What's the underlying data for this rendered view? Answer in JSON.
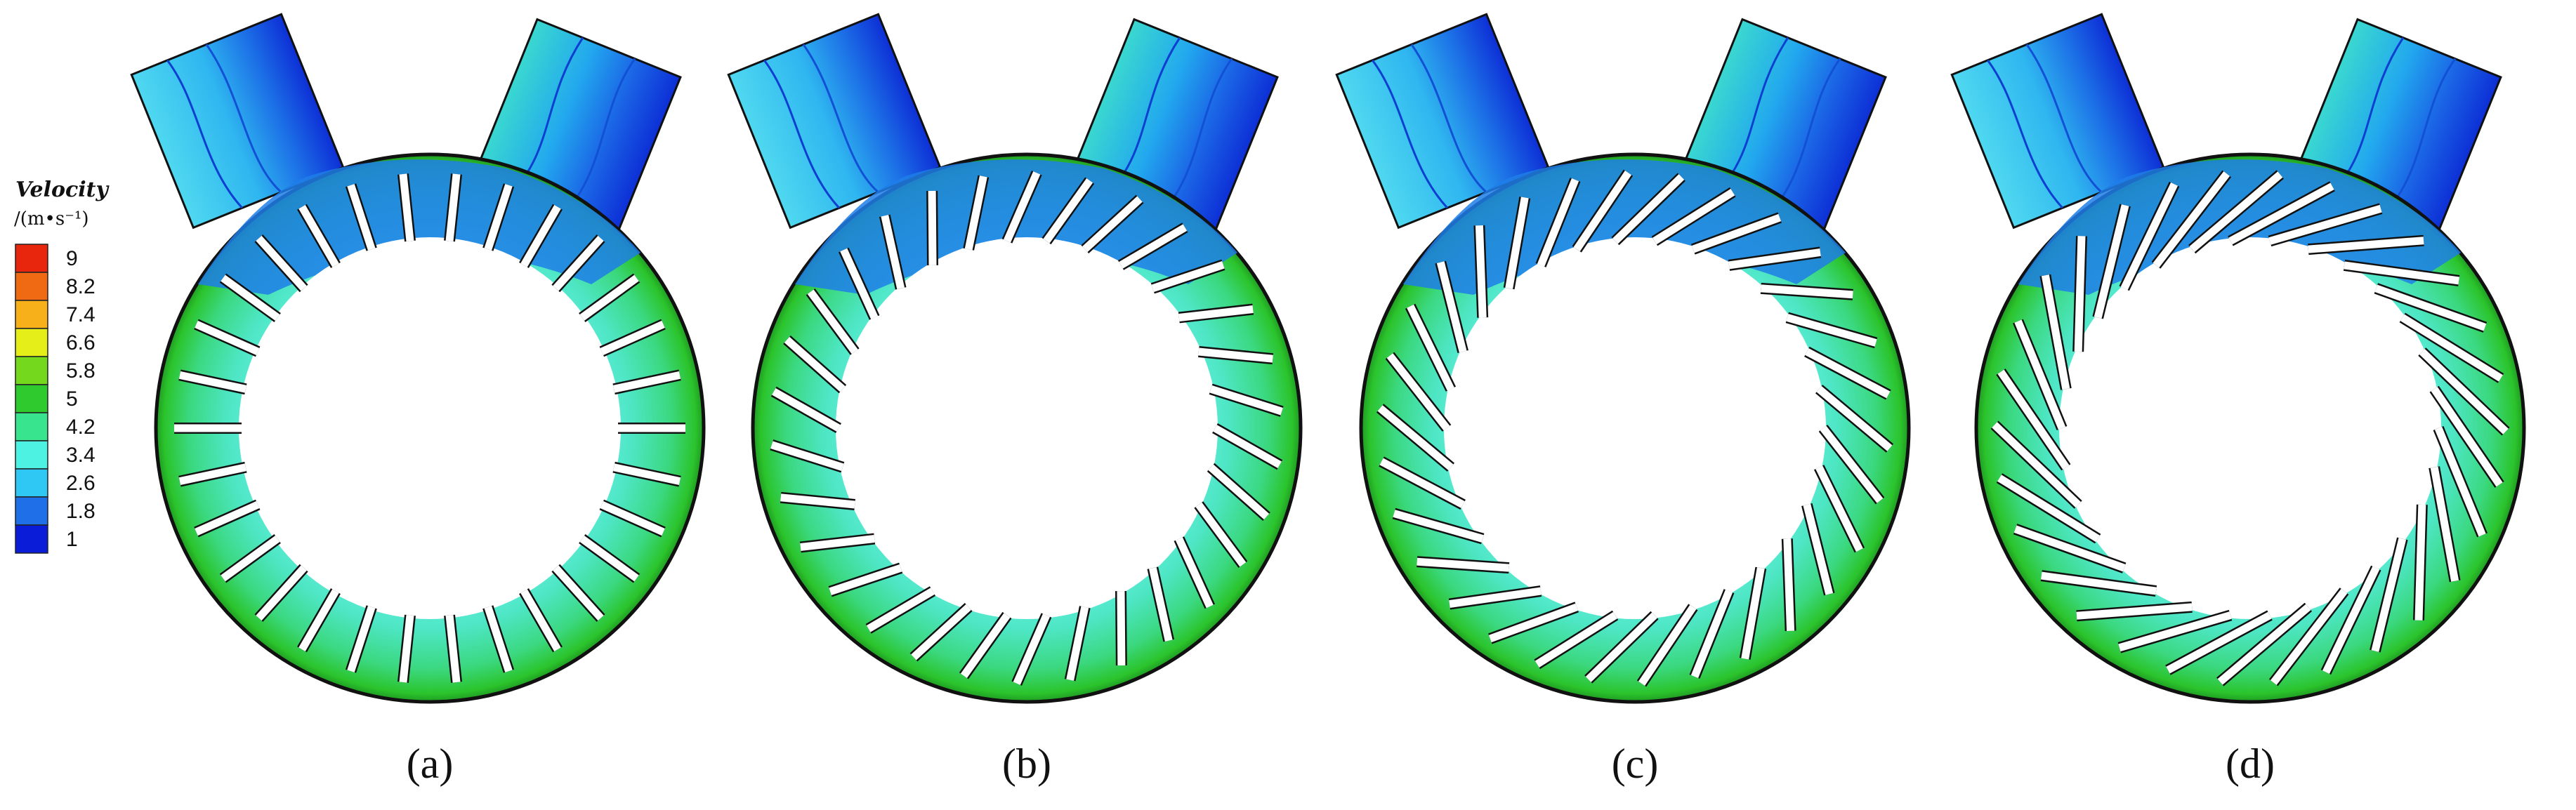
{
  "legend": {
    "title": "Velocity",
    "unit": "/(m•s⁻¹)",
    "levels": [
      {
        "value": "9",
        "color": "#e8250d"
      },
      {
        "value": "8.2",
        "color": "#f06a13"
      },
      {
        "value": "7.4",
        "color": "#f7b01a"
      },
      {
        "value": "6.6",
        "color": "#e6ee1a"
      },
      {
        "value": "5.8",
        "color": "#74d81c"
      },
      {
        "value": "5",
        "color": "#2fca2e"
      },
      {
        "value": "4.2",
        "color": "#38e58e"
      },
      {
        "value": "3.4",
        "color": "#4df2e2"
      },
      {
        "value": "2.6",
        "color": "#2fc8f5"
      },
      {
        "value": "1.8",
        "color": "#1e6fe8"
      },
      {
        "value": "1",
        "color": "#0a1cd8"
      }
    ]
  },
  "panels": [
    {
      "label": "(a)",
      "letter": "a",
      "blade_count": 30,
      "blade_angle_deg": 0
    },
    {
      "label": "(b)",
      "letter": "b",
      "blade_count": 30,
      "blade_angle_deg": 15
    },
    {
      "label": "(c)",
      "letter": "c",
      "blade_count": 30,
      "blade_angle_deg": 30
    },
    {
      "label": "(d)",
      "letter": "d",
      "blade_count": 30,
      "blade_angle_deg": 45
    }
  ],
  "colors": {
    "outline": "#111111",
    "outlet_dark": "#0d2fd6",
    "outlet_mid": "#1b6ee8",
    "outlet_light": "#2db8f2",
    "annulus_outer": "#2fca2e",
    "annulus_mid": "#3fe0a0",
    "annulus_inner": "#56eedc",
    "blade": "#ffffff"
  }
}
